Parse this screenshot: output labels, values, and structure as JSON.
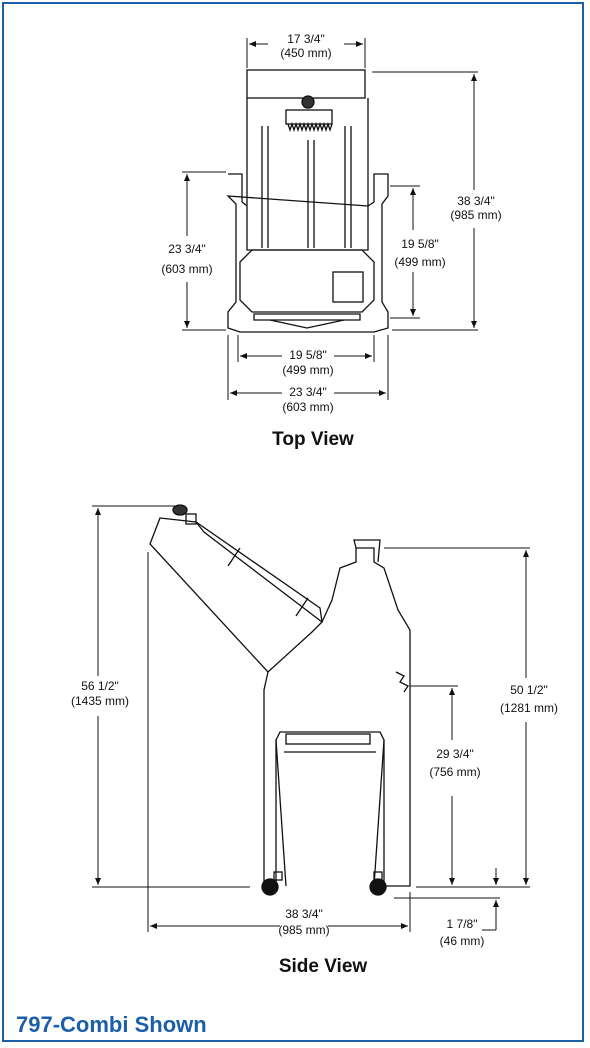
{
  "top_view": {
    "title": "Top View",
    "dims": {
      "top_width_in": "17 3/4\"",
      "top_width_mm": "(450 mm)",
      "overall_depth_in": "38 3/4\"",
      "overall_depth_mm": "(985 mm)",
      "left_depth_in": "23 3/4\"",
      "left_depth_mm": "(603 mm)",
      "inner_depth_in": "19 5/8\"",
      "inner_depth_mm": "(499 mm)",
      "inner_width_in": "19 5/8\"",
      "inner_width_mm": "(499 mm)",
      "outer_width_in": "23 3/4\"",
      "outer_width_mm": "(603 mm)"
    }
  },
  "side_view": {
    "title": "Side View",
    "dims": {
      "total_height_in": "56 1/2\"",
      "total_height_mm": "(1435 mm)",
      "body_height_in": "50 1/2\"",
      "body_height_mm": "(1281 mm)",
      "handle_height_in": "29 3/4\"",
      "handle_height_mm": "(756 mm)",
      "length_in": "38 3/4\"",
      "length_mm": "(985 mm)",
      "clearance_in": "1 7/8\"",
      "clearance_mm": "(46 mm)"
    }
  },
  "footer": {
    "label": "797-Combi Shown"
  },
  "colors": {
    "accent": "#1a5fa8",
    "line": "#111111"
  }
}
